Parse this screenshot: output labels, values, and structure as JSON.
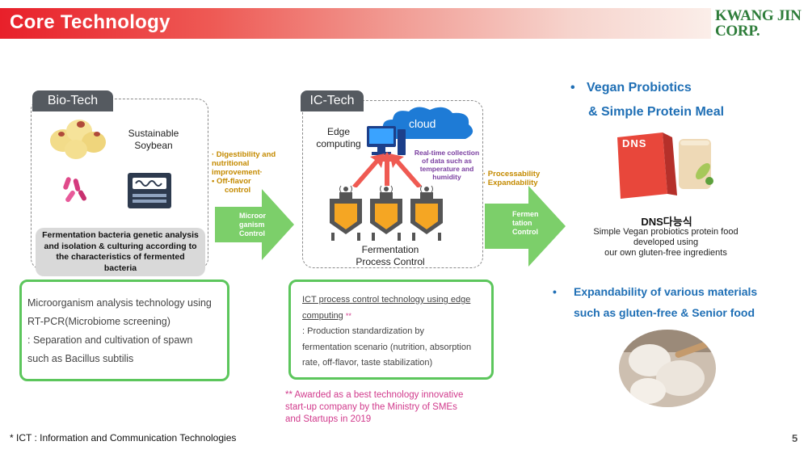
{
  "header": {
    "title": "Core Technology",
    "logo_line1": "KWANG JIN",
    "logo_line2": "CORP."
  },
  "biotech": {
    "tag": "Bio-Tech",
    "soybean_label_1": "Sustainable",
    "soybean_label_2": "Soybean",
    "grey_box": "Fermentation bacteria genetic analysis and isolation & culturing according to the characteristics of fermented bacteria",
    "green_box": {
      "line1": "Microorganism analysis technology using",
      "line2": "RT-PCR(Microbiome screening)",
      "line3": ": Separation and cultivation of spawn",
      "line4": "such as Bacillus subtilis"
    }
  },
  "arrow1": {
    "note_1": "· Digestibility and",
    "note_2": "nutritional",
    "note_3": "improvement·",
    "note_4": "•   Off-flavor",
    "note_5": "control",
    "label_1": "Microor",
    "label_2": "ganism",
    "label_3": "Control"
  },
  "ictech": {
    "tag": "IC-Tech",
    "cloud": "cloud",
    "edge_1": "Edge",
    "edge_2": "computing",
    "realtime_1": "Real-time collection",
    "realtime_2": "of data such as",
    "realtime_3": "temperature and",
    "realtime_4": "humidity",
    "fermentation_1": "Fermentation",
    "fermentation_2": "Process Control",
    "green_box": {
      "line1": "ICT process control technology using edge",
      "line2": "computing",
      "line2_mark": "**",
      "line3": ": Production standardization by",
      "line4": "fermentation scenario (nutrition, absorption",
      "line5": "rate, off-flavor, taste stabilization)"
    },
    "award_1": "** Awarded as a best technology innovative",
    "award_2": "start-up company by the Ministry of SMEs",
    "award_3": "and Startups in 2019"
  },
  "arrow2": {
    "note_1": "· Processability",
    "note_2": "· Expandability",
    "label_1": "Fermen",
    "label_2": "tation",
    "label_3": "Control"
  },
  "product": {
    "bullet1_line1": "Vegan Probiotics",
    "bullet1_line2": "& Simple Protein Meal",
    "brand": "DNS다능식",
    "caption_1": "Simple Vegan probiotics protein food",
    "caption_2": "developed using",
    "caption_3": "our own gluten-free ingredients",
    "bullet2_line1": "Expandability of various materials",
    "bullet2_line2": "such as gluten-free & Senior food",
    "box_text": "DNS"
  },
  "footer": {
    "note": "* ICT : Information and Communication Technologies",
    "page": "5"
  },
  "colors": {
    "header_red": "#e8202a",
    "logo_green": "#2e7d3a",
    "box_green": "#5cc65c",
    "arrow_green": "#7ccf6a",
    "bullet_blue": "#1f6fb5",
    "award_pink": "#d13a8c"
  }
}
